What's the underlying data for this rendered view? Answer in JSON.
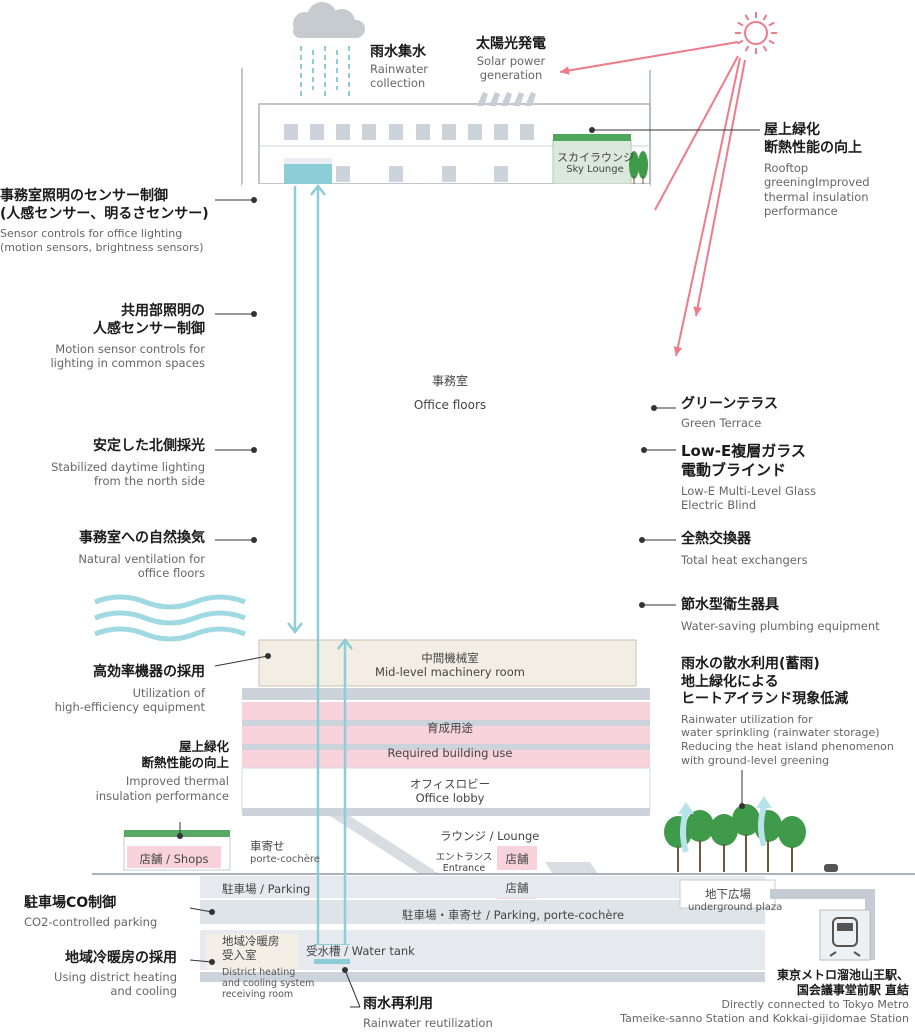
{
  "colors": {
    "band": "#cdd3da",
    "pink": "#f8d3dc",
    "beige": "#f3eee3",
    "water": "#8ccdd8",
    "sun": "#ee7b8a",
    "green": "#3f9a4a",
    "ink": "#333333",
    "light": "#e6eaee"
  },
  "icons": {
    "sun": "sun-icon",
    "cloud": "cloud-icon",
    "trees": "tree-icon",
    "waves": "wind-waves-icon",
    "train": "train-icon",
    "car": "car-icon",
    "solar": "solar-panel-icon"
  },
  "callouts": {
    "rainwater": {
      "jp": "雨水集水",
      "en": "Rainwater\ncollection"
    },
    "solar": {
      "jp": "太陽光発電",
      "en": "Solar power\ngeneration"
    },
    "rooftop": {
      "jp": "屋上緑化\n断熱性能の向上",
      "en": "Rooftop\ngreeningImproved\nthermal insulation\nperformance"
    },
    "office_sensor": {
      "jp": "事務室照明のセンサー制御\n(人感センサー、明るさセンサー)",
      "en": "Sensor controls for office lighting\n(motion sensors, brightness sensors)"
    },
    "common_sensor": {
      "jp": "共用部照明の\n人感センサー制御",
      "en": "Motion sensor controls for\nlighting in common spaces"
    },
    "north_light": {
      "jp": "安定した北側採光",
      "en": "Stabilized daytime lighting\nfrom the north side"
    },
    "ventilation": {
      "jp": "事務室への自然換気",
      "en": "Natural ventilation for\noffice floors"
    },
    "efficiency": {
      "jp": "高効率機器の採用",
      "en": "Utilization of\nhigh-efficiency equipment"
    },
    "roof_green_low": {
      "jp": "屋上緑化\n断熱性能の向上",
      "en": "Improved thermal\ninsulation performance"
    },
    "parking_co2": {
      "jp": "駐車場CO制御",
      "en": "CO2-controlled parking"
    },
    "district": {
      "jp": "地域冷暖房の採用",
      "en": "Using district heating\nand cooling"
    },
    "reuse": {
      "jp": "雨水再利用",
      "en": "Rainwater reutilization"
    },
    "green_terrace": {
      "jp": "グリーンテラス",
      "en": "Green Terrace"
    },
    "lowe": {
      "jp": "Low-E複層ガラス\n電動ブラインド",
      "en": "Low-E Multi-Level Glass\nElectric Blind"
    },
    "heat_exchanger": {
      "jp": "全熱交換器",
      "en": "Total heat exchangers"
    },
    "plumbing": {
      "jp": "節水型衛生器具",
      "en": "Water-saving plumbing equipment"
    },
    "sprinkling": {
      "jp": "雨水の散水利用(蓄雨)\n地上緑化による\nヒートアイランド現象低減",
      "en": "Rainwater utilization for\nwater sprinkling (rainwater storage)\nReducing the heat island phenomenon\nwith ground-level greening"
    },
    "station": {
      "jp": "東京メトロ溜池山王駅、\n国会議事堂前駅 直結",
      "en": "Directly connected to Tokyo Metro\nTameike-sanno Station and Kokkai-gijidomae Station"
    }
  },
  "rooms": {
    "sky_lounge": {
      "jp": "スカイラウンジ",
      "en": "Sky Lounge"
    },
    "office_jp": "事務室",
    "office_en": "Office floors",
    "machinery": {
      "jp": "中間機械室",
      "en": "Mid-level machinery room"
    },
    "required_jp": "育成用途",
    "required_en": "Required building use",
    "lobby": {
      "jp": "オフィスロビー",
      "en": "Office lobby"
    },
    "lounge": "ラウンジ / Lounge",
    "porte": {
      "jp": "車寄せ",
      "en": "porte-cochère"
    },
    "shops": "店舗 / Shops",
    "entrance": {
      "jp": "エントランス",
      "en": "Entrance"
    },
    "shop": "店舗",
    "parking": "駐車場 / Parking",
    "parking2": "駐車場・車寄せ / Parking, porte-cochère",
    "underground": {
      "jp": "地下広場",
      "en": "underground plaza"
    },
    "district_room": {
      "jp": "地域冷暖房\n受入室",
      "en": "District heating\nand cooling system\nreceiving room"
    },
    "tank": "受水槽 / Water tank"
  }
}
